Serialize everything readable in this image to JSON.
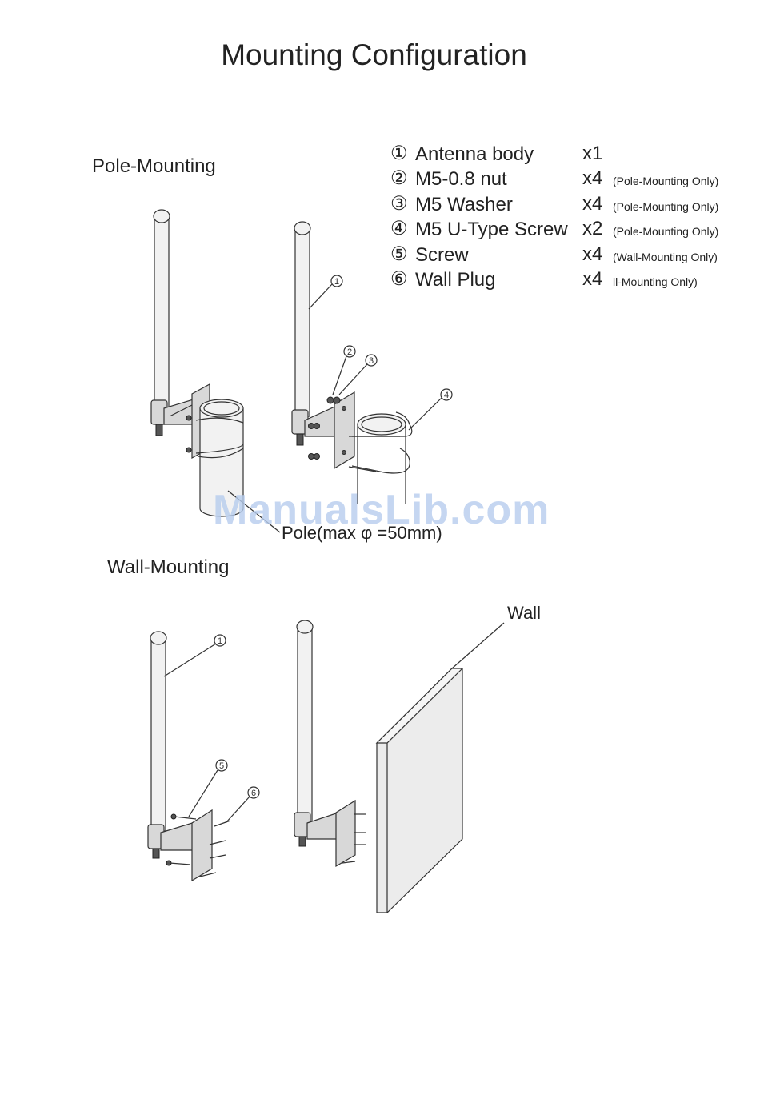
{
  "title": "Mounting Configuration",
  "sections": {
    "pole": "Pole-Mounting",
    "wall": "Wall-Mounting"
  },
  "parts": [
    {
      "num": "①",
      "name": "Antenna body",
      "qty": "x1",
      "note": ""
    },
    {
      "num": "②",
      "name": "M5-0.8 nut",
      "qty": "x4",
      "note": "(Pole-Mounting Only)"
    },
    {
      "num": "③",
      "name": "M5 Washer",
      "qty": "x4",
      "note": "(Pole-Mounting Only)"
    },
    {
      "num": "④",
      "name": "M5 U-Type Screw",
      "qty": "x2",
      "note": "(Pole-Mounting Only)"
    },
    {
      "num": "⑤",
      "name": "Screw",
      "qty": "x4",
      "note": "(Wall-Mounting Only)"
    },
    {
      "num": "⑥",
      "name": "Wall Plug",
      "qty": "x4",
      "note": "ll-Mounting Only)"
    }
  ],
  "callouts": {
    "pole_label": "Pole(max  φ =50mm)",
    "wall_label": "Wall"
  },
  "diagram_numbers": {
    "n1": "1",
    "n2": "2",
    "n3": "3",
    "n4": "4",
    "n5": "5",
    "n6": "6"
  },
  "watermark": "ManualsLib.com"
}
